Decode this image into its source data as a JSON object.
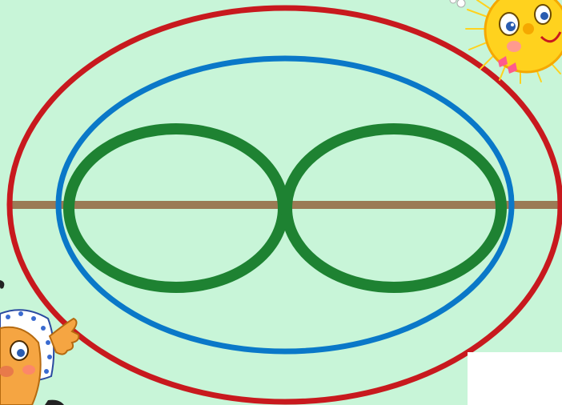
{
  "canvas": {
    "background": "#c8f5d8"
  },
  "shapes": {
    "outer_ellipse": {
      "label": "outer-ellipse",
      "color": "#c8191e"
    },
    "middle_ellipse": {
      "label": "middle-ellipse",
      "color": "#0a78c8"
    },
    "left_loop": {
      "label": "left-inner-ellipse",
      "color": "#1e8232"
    },
    "right_loop": {
      "label": "right-inner-ellipse",
      "color": "#1e8232"
    },
    "horizontal_line": {
      "label": "horizontal-axis-line",
      "color": "#9b7a55"
    }
  },
  "decorations": {
    "sun_character": {
      "icon": "smiling-sun-icon",
      "face_color": "#ffd21e",
      "accent": "#ff5a8c"
    },
    "kolobok_character": {
      "icon": "kolobok-character-icon",
      "face_color": "#f5a542",
      "kerchief": "#ffffff",
      "dots": "#3a6ad0"
    }
  }
}
